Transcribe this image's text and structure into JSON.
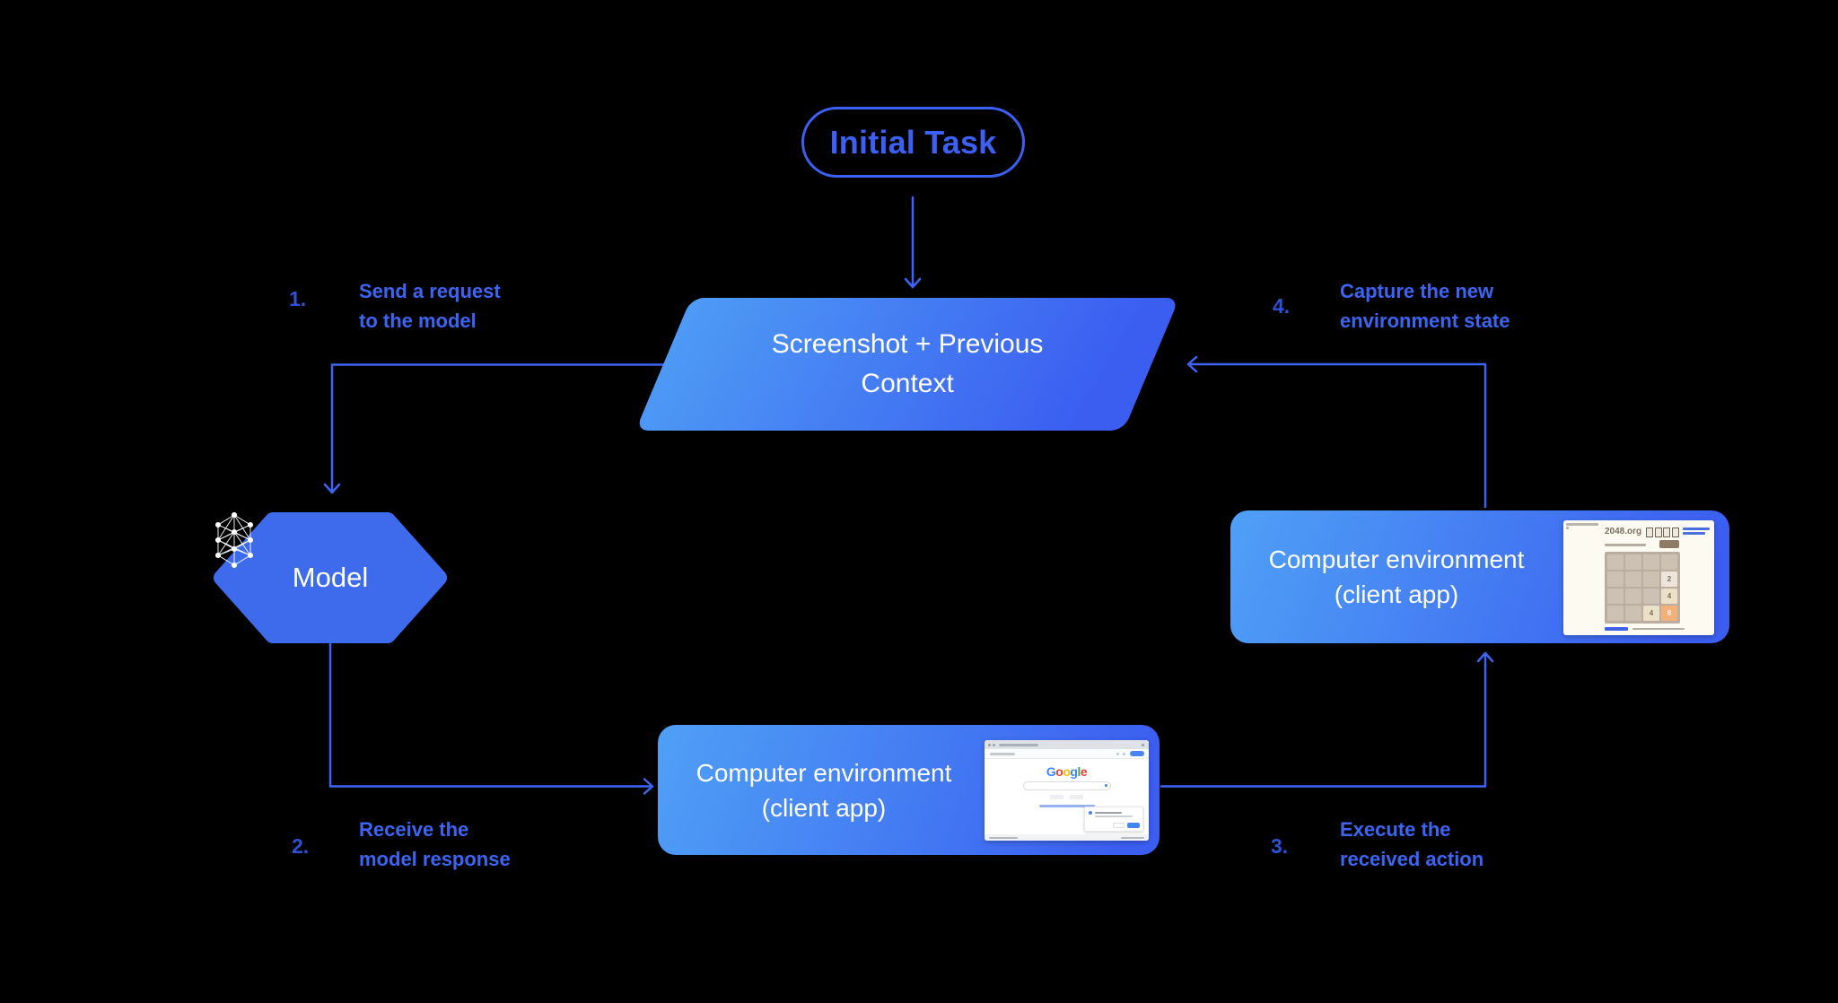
{
  "colors": {
    "background": "#000000",
    "accent_blue": "#3D64F2",
    "step_number_blue": "#3050D5",
    "shape_gradient_from": "#4FA0F6",
    "shape_gradient_to": "#3B5EF0",
    "hexagon_fill": "#3E6AEC",
    "node_text": "#FFFFFF"
  },
  "nodes": {
    "initial_task": {
      "label": "Initial Task"
    },
    "screenshot_context": {
      "label": "Screenshot + Previous\nContext"
    },
    "model": {
      "label": "Model"
    },
    "env_bottom": {
      "label": "Computer environment\n(client app)"
    },
    "env_right": {
      "label": "Computer environment\n(client app)"
    }
  },
  "steps": [
    {
      "number": "1.",
      "label": "Send a request\nto the model"
    },
    {
      "number": "2.",
      "label": "Receive the\nmodel response"
    },
    {
      "number": "3.",
      "label": "Execute the\nreceived action"
    },
    {
      "number": "4.",
      "label": "Capture the new\nenvironment state"
    }
  ],
  "google_screenshot": {
    "logo": [
      {
        "ch": "G",
        "color": "#4285F4"
      },
      {
        "ch": "o",
        "color": "#EA4335"
      },
      {
        "ch": "o",
        "color": "#FBBC05"
      },
      {
        "ch": "g",
        "color": "#4285F4"
      },
      {
        "ch": "l",
        "color": "#34A853"
      },
      {
        "ch": "e",
        "color": "#EA4335"
      }
    ]
  },
  "game_screenshot": {
    "title": "2048.org",
    "tiles": [
      "",
      "",
      "",
      "",
      "",
      "",
      "",
      "2",
      "",
      "",
      "",
      "4",
      "",
      "",
      "4",
      "8"
    ],
    "tile_colors": {
      "2": {
        "bg": "#eee4da",
        "fg": "#776e65"
      },
      "4": {
        "bg": "#ede0c8",
        "fg": "#776e65"
      },
      "8": {
        "bg": "#f2b179",
        "fg": "#f9f6f2"
      }
    }
  }
}
